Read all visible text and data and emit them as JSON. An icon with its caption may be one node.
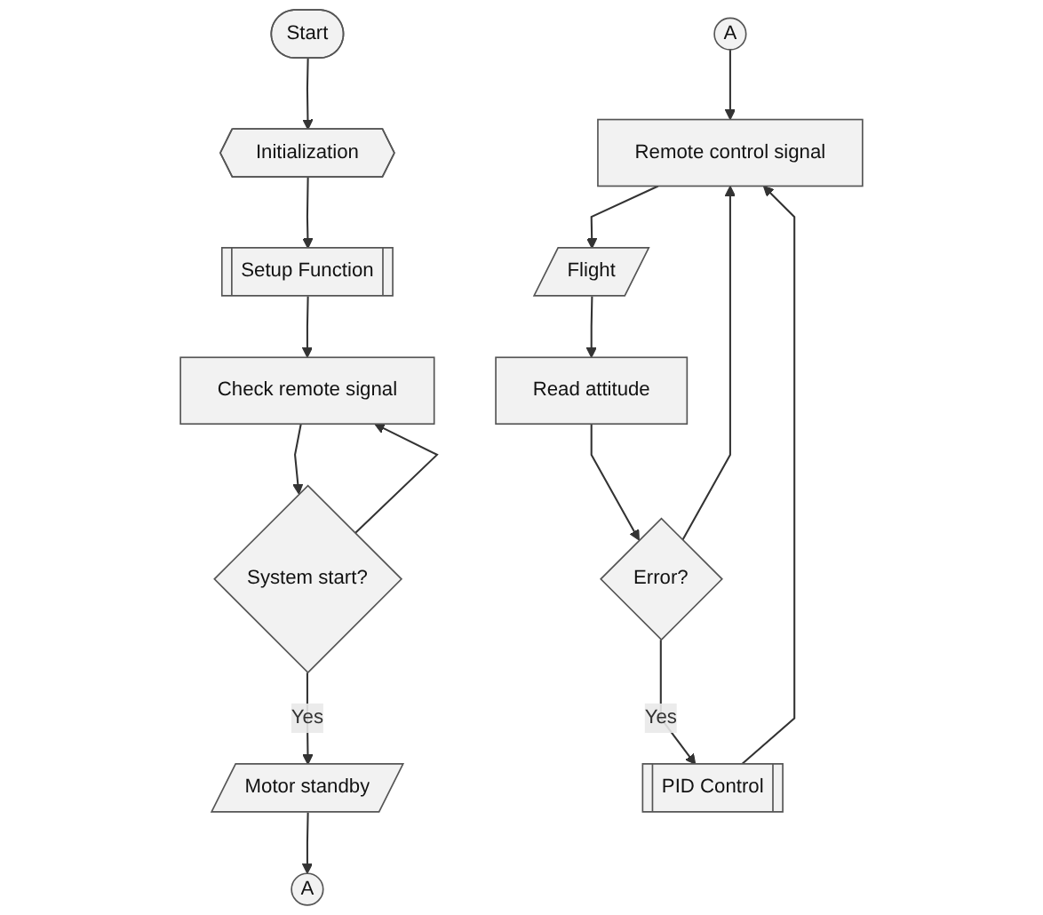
{
  "diagram": {
    "nodes": [
      {
        "text": [
          "Start"
        ]
      },
      {
        "text": [
          "Initialization"
        ]
      },
      {
        "text": [
          "Setup Function"
        ]
      },
      {
        "text": [
          "Check remote signal"
        ]
      },
      {
        "text": [
          "System start?"
        ]
      },
      {
        "text": [
          "Motor standby"
        ]
      },
      {
        "text": [
          "A"
        ]
      },
      {
        "text": [
          "A"
        ]
      },
      {
        "text": [
          "Remote control signal"
        ]
      },
      {
        "text": [
          "Flight"
        ]
      },
      {
        "text": [
          "Read attitude"
        ]
      },
      {
        "text": [
          "Error?"
        ]
      },
      {
        "text": [
          "PID Control"
        ]
      }
    ],
    "edges": [
      {
        "from": 0,
        "to": 1,
        "arrow": "to"
      },
      {
        "from": 1,
        "to": 2,
        "arrow": "to"
      },
      {
        "from": 2,
        "to": 3,
        "arrow": "to"
      },
      {
        "from": 3,
        "to": 4,
        "arrow": "to"
      },
      {
        "from": 4,
        "to": 3,
        "arrow": "to"
      },
      {
        "from": 4,
        "to": 5,
        "label": "Yes",
        "arrow": "to"
      },
      {
        "from": 5,
        "to": 6,
        "arrow": "to"
      },
      {
        "from": 7,
        "to": 8,
        "arrow": "to"
      },
      {
        "from": 8,
        "to": 9,
        "arrow": "to"
      },
      {
        "from": 9,
        "to": 10,
        "arrow": "to"
      },
      {
        "from": 10,
        "to": 11,
        "arrow": "to"
      },
      {
        "from": 11,
        "to": 8,
        "arrow": "to"
      },
      {
        "from": 11,
        "to": 12,
        "label": "Yes",
        "arrow": "to"
      },
      {
        "from": 12,
        "to": 8,
        "arrow": "to"
      }
    ]
  }
}
